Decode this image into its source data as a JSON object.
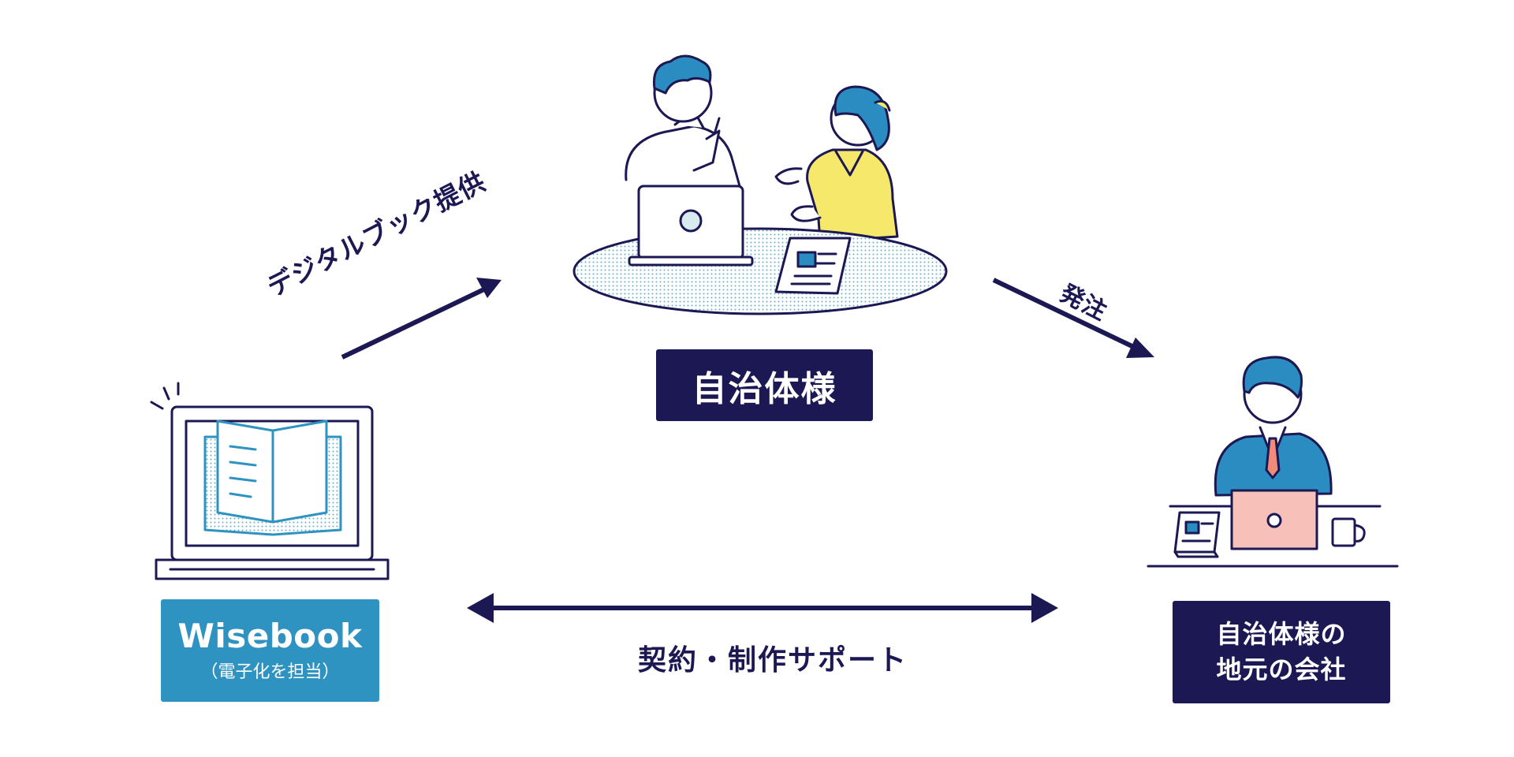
{
  "colors": {
    "navy": "#1b1853",
    "teal": "#2f93c1",
    "blue_hair": "#2a8cc0",
    "yellow": "#f6e86a",
    "pink": "#f7c0b9",
    "table_fill": "#d8ecef",
    "white": "#ffffff"
  },
  "nodes": {
    "wisebook": {
      "title": "Wisebook",
      "subtitle": "（電子化を担当）"
    },
    "municipality": {
      "label": "自治体様"
    },
    "local_company": {
      "line1": "自治体様の",
      "line2": "地元の会社"
    }
  },
  "edges": {
    "digital_book": {
      "label": "デジタルブック提供"
    },
    "order": {
      "label": "発注"
    },
    "support": {
      "label": "契約・制作サポート"
    }
  },
  "icons": [
    "laptop-book-icon",
    "meeting-people-icon",
    "office-worker-icon",
    "arrow-icon",
    "double-arrow-icon"
  ]
}
